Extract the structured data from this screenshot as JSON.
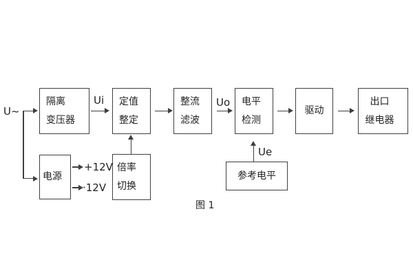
{
  "figure": {
    "caption": "图 1",
    "input_label": "U~",
    "colors": {
      "background": "#ffffff",
      "line": "#3f3f3f",
      "text": "#222222"
    },
    "blocks": {
      "isolation_transformer": {
        "line1": "隔离",
        "line2": "变压器"
      },
      "value_setting": {
        "line1": "定值",
        "line2": "整定"
      },
      "rectifier_filter": {
        "line1": "整流",
        "line2": "滤波"
      },
      "level_detection": {
        "line1": "电平",
        "line2": "检测"
      },
      "driver": {
        "label": "驱动"
      },
      "output_relay": {
        "line1": "出口",
        "line2": "继电器"
      },
      "power_supply": {
        "label": "电源"
      },
      "ratio_switch": {
        "line1": "倍率",
        "line2": "切换"
      },
      "reference_level": {
        "label": "参考电平"
      }
    },
    "signals": {
      "ui": "Ui",
      "uo": "Uo",
      "ue": "Ue",
      "rail_pos": "+12V",
      "rail_neg": "·12V"
    }
  }
}
